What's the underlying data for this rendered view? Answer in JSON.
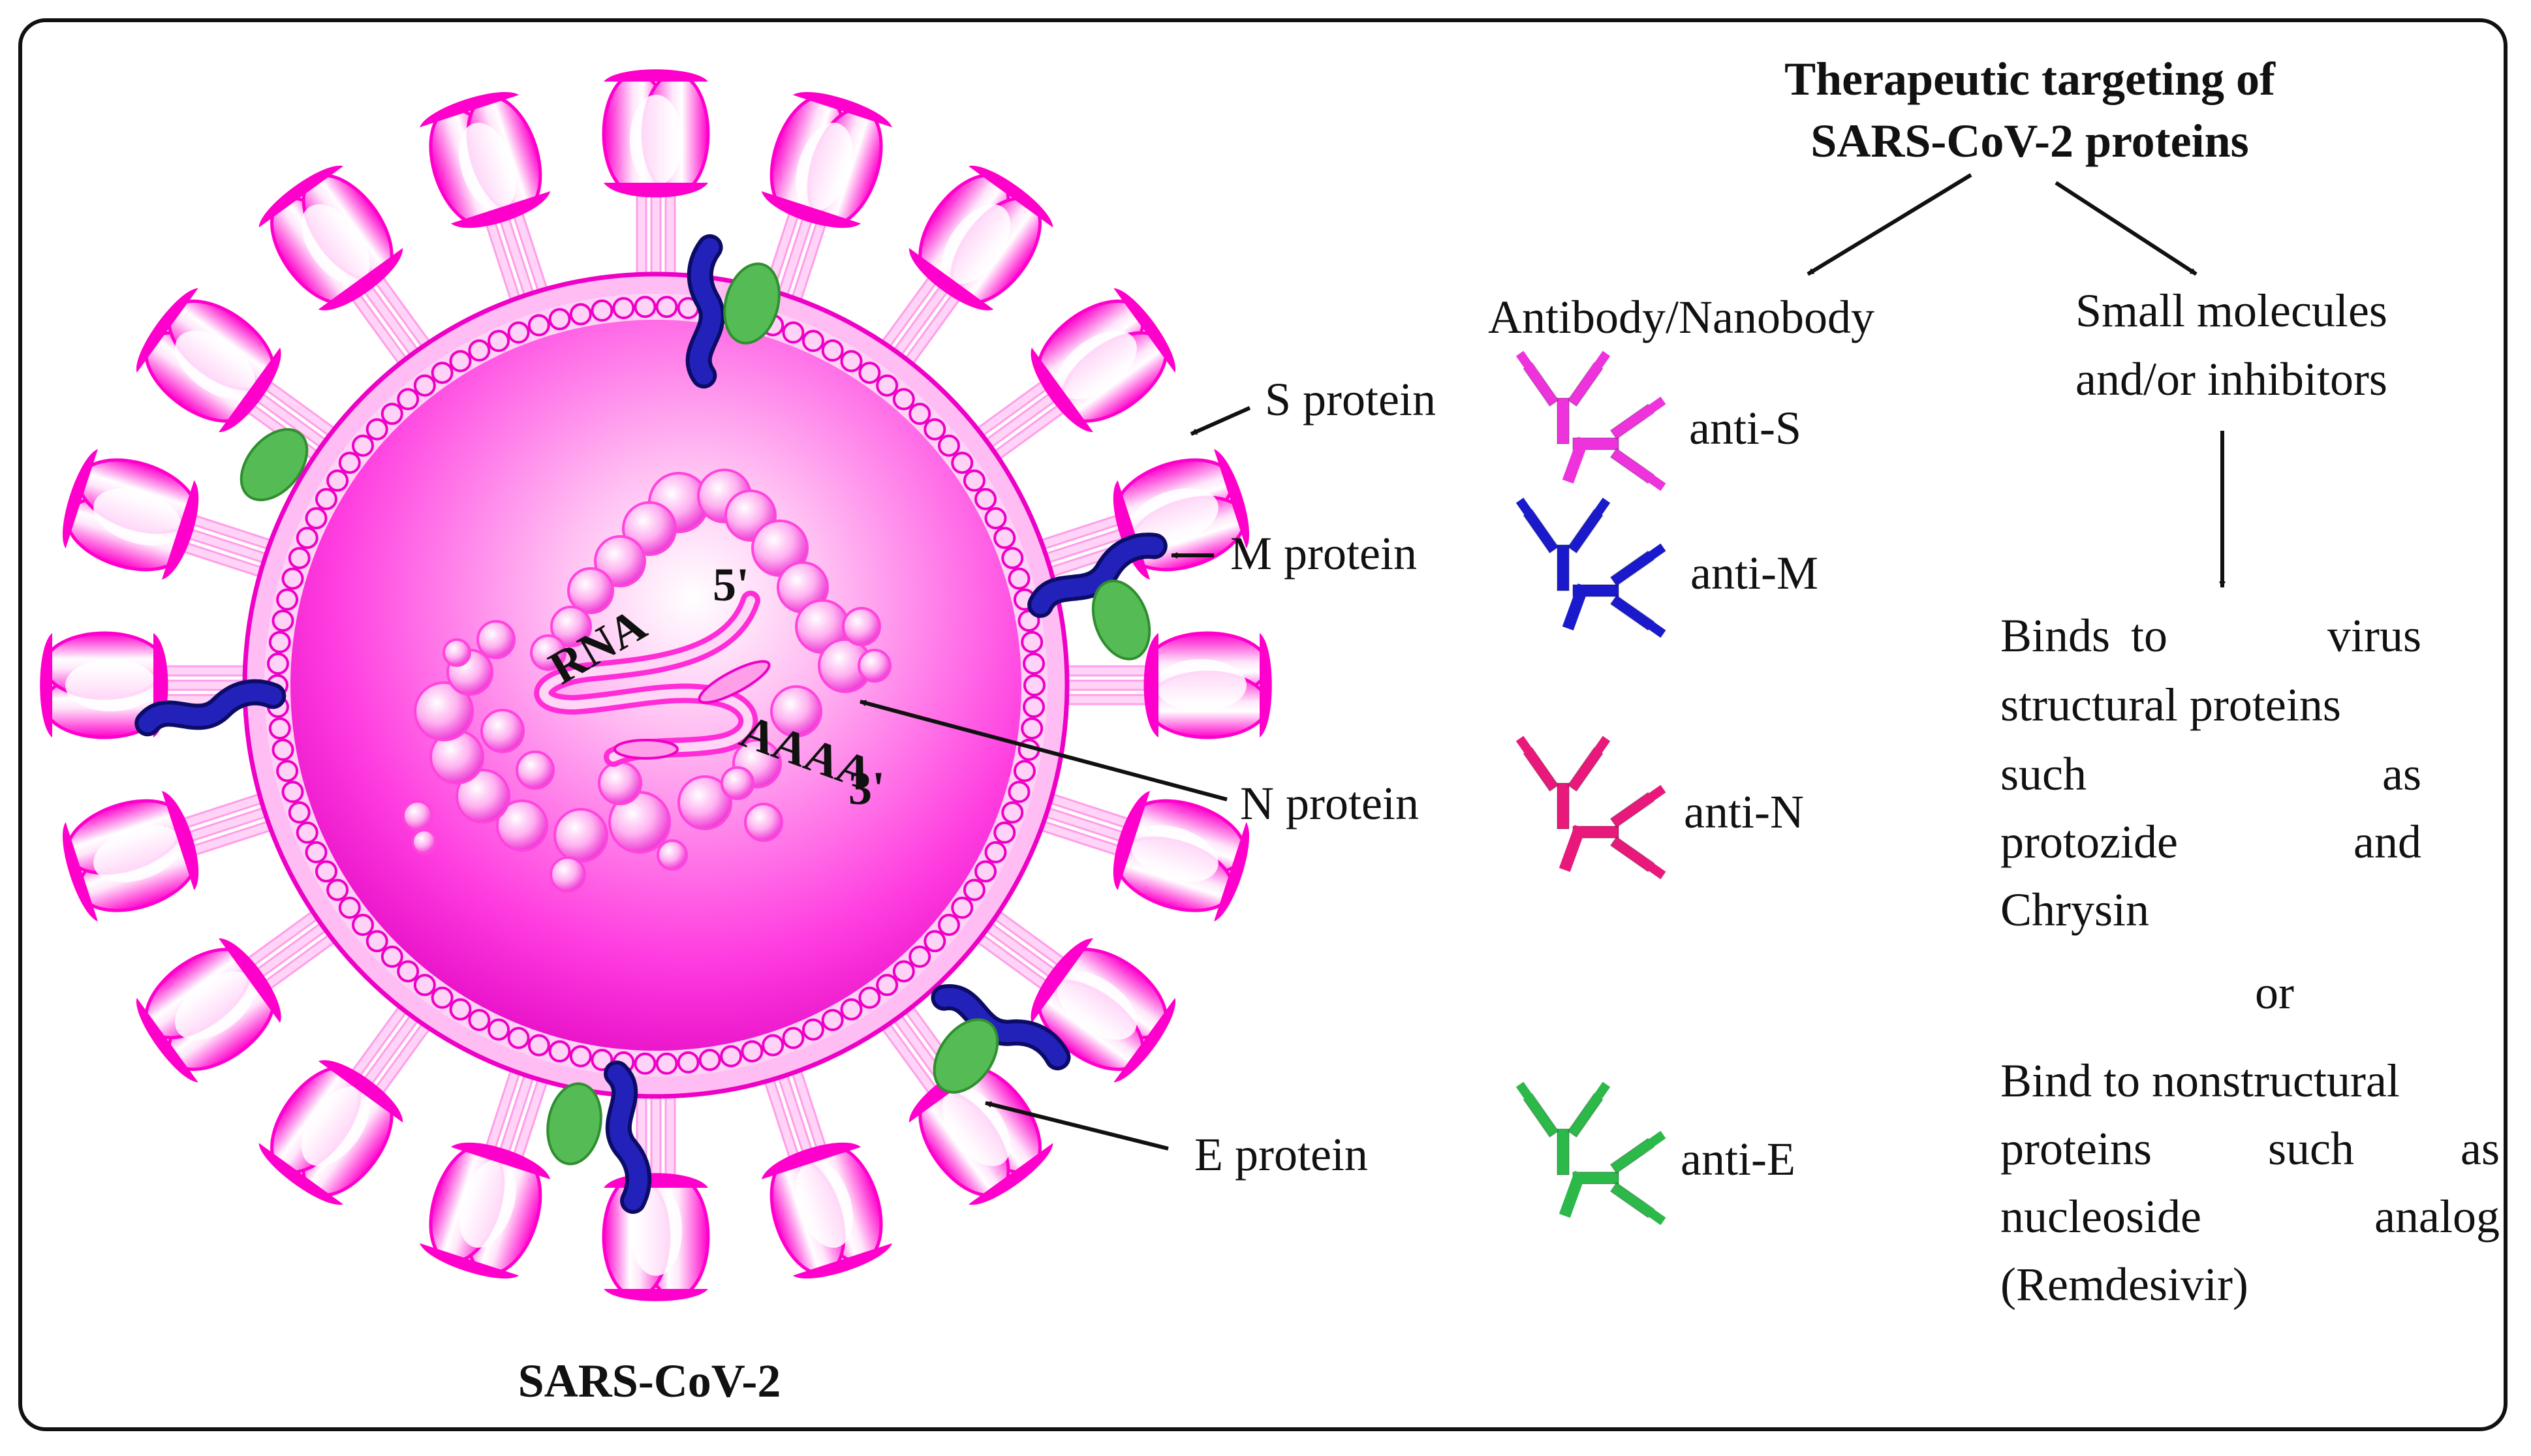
{
  "title": {
    "line1": "Therapeutic targeting of",
    "line2": "SARS-CoV-2 proteins"
  },
  "virus": {
    "caption": "SARS-CoV-2",
    "rna_label": "RNA",
    "five_prime": "5'",
    "three_prime": "3'",
    "poly_a": "AAAA"
  },
  "proteins": {
    "s": "S protein",
    "m": "M protein",
    "n": "N protein",
    "e": "E protein"
  },
  "branches": {
    "antibody_heading": "Antibody/Nanobody",
    "small_molecules_line1": "Small molecules",
    "small_molecules_line2": "and/or inhibitors"
  },
  "antibodies": [
    {
      "label": "anti-S",
      "color": "#ee33dd"
    },
    {
      "label": "anti-M",
      "color": "#1a1acc"
    },
    {
      "label": "anti-N",
      "color": "#e8197a"
    },
    {
      "label": "anti-E",
      "color": "#2db84a"
    }
  ],
  "structural": {
    "line1": [
      "Binds",
      "to",
      "virus"
    ],
    "line2": "structural proteins",
    "line3": [
      "such",
      "as"
    ],
    "line4": [
      "protozide",
      "and"
    ],
    "line5": "Chrysin"
  },
  "or": "or",
  "nonstructural": {
    "line1": "Bind to nonstructural",
    "line2": [
      "proteins",
      "such",
      "as"
    ],
    "line3": [
      "nucleoside",
      "analog"
    ],
    "line4": "(Remdesivir)"
  },
  "colors": {
    "spike": "#ff00cc",
    "m_protein": "#2222bb",
    "e_protein": "#55bb55",
    "n_protein": "#ff44dd"
  }
}
